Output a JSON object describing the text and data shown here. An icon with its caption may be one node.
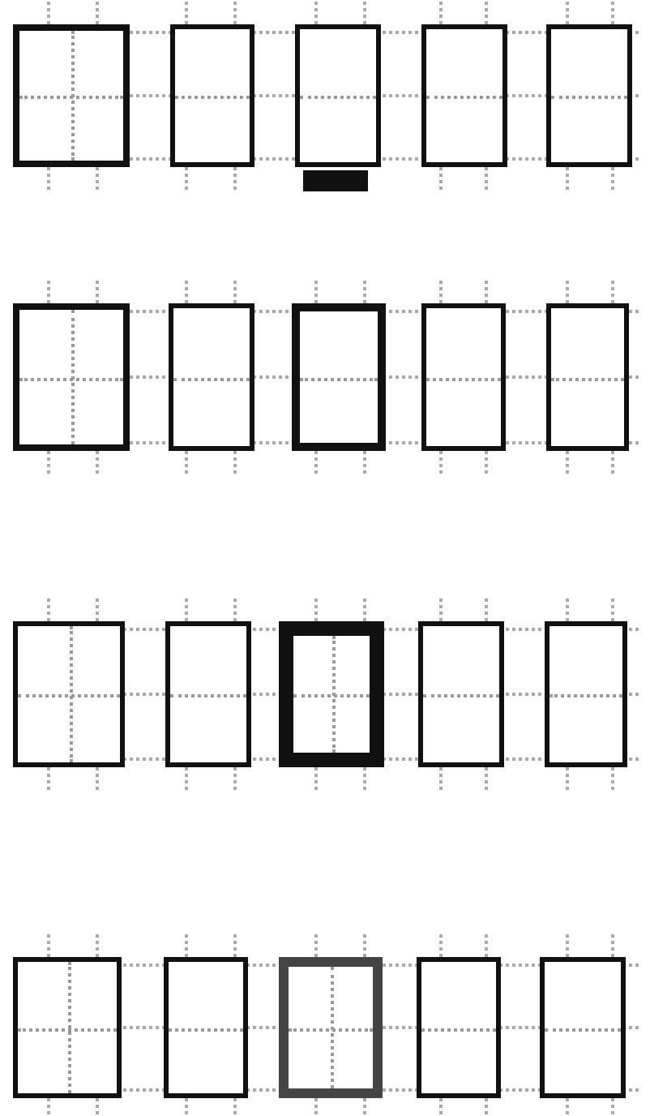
{
  "diagram": {
    "nodes": [
      {
        "text": [],
        "shape": "box"
      },
      {
        "text": [],
        "shape": "box"
      },
      {
        "text": [],
        "shape": "box"
      },
      {
        "text": [],
        "shape": "box"
      },
      {
        "text": [],
        "shape": "box"
      },
      {
        "text": [],
        "shape": "bar"
      },
      {
        "text": [],
        "shape": "box"
      },
      {
        "text": [],
        "shape": "box"
      },
      {
        "text": [],
        "shape": "box"
      },
      {
        "text": [],
        "shape": "box"
      },
      {
        "text": [],
        "shape": "box"
      },
      {
        "text": [],
        "shape": "box"
      },
      {
        "text": [],
        "shape": "box"
      },
      {
        "text": [],
        "shape": "box"
      },
      {
        "text": [],
        "shape": "box"
      },
      {
        "text": [],
        "shape": "box"
      },
      {
        "text": [],
        "shape": "box"
      },
      {
        "text": [],
        "shape": "box"
      },
      {
        "text": [],
        "shape": "box"
      },
      {
        "text": [],
        "shape": "box"
      },
      {
        "text": [],
        "shape": "box"
      }
    ]
  }
}
